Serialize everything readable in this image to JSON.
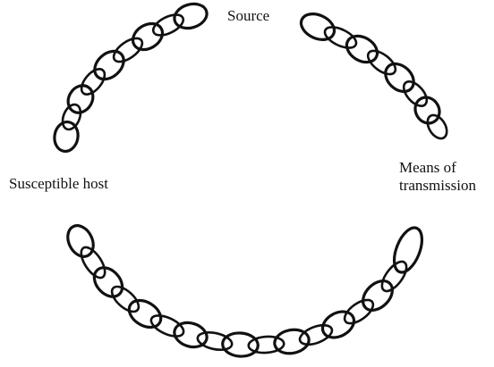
{
  "labels": {
    "source": "Source",
    "susceptible_host": "Susceptible host",
    "means_line1": "Means of",
    "means_line2": "transmission"
  },
  "colors": {
    "ink": "#111111",
    "background": "#ffffff"
  }
}
